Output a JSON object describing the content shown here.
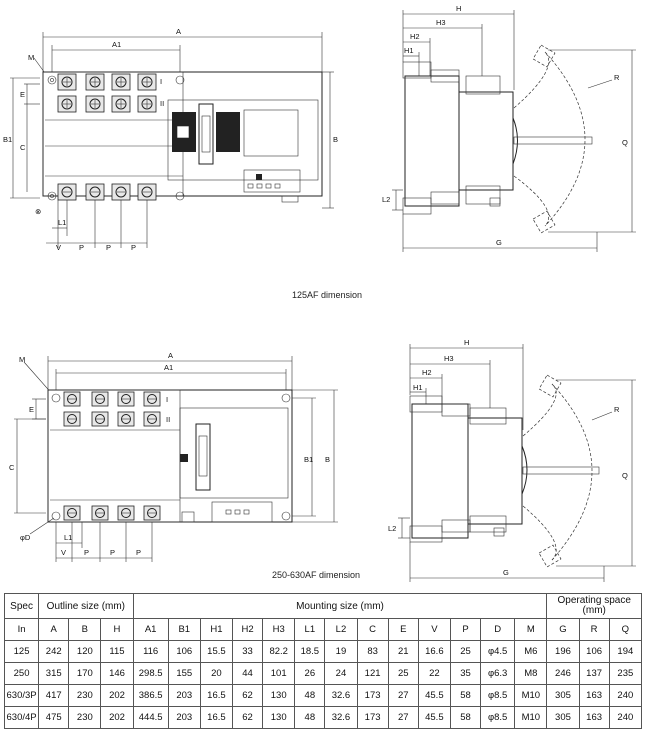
{
  "captions": {
    "top": "125AF dimension",
    "bottom": "250-630AF dimension"
  },
  "labels125": {
    "A": "A",
    "A1": "A1",
    "M": "M",
    "E": "E",
    "B1": "B1",
    "C": "C",
    "B": "B",
    "L1": "L1",
    "V": "V",
    "P1": "P",
    "P2": "P",
    "P3": "P"
  },
  "labels125side": {
    "H": "H",
    "H3": "H3",
    "H2": "H2",
    "H1": "H1",
    "R": "R",
    "Q": "Q",
    "L2": "L2",
    "G": "G"
  },
  "labels250": {
    "A": "A",
    "A1": "A1",
    "M": "M",
    "E": "E",
    "C": "C",
    "B1": "B1",
    "B": "B",
    "phiD": "φD",
    "L1": "L1",
    "V": "V",
    "P1": "P",
    "P2": "P",
    "P3": "P"
  },
  "labels250side": {
    "H": "H",
    "H3": "H3",
    "H2": "H2",
    "H1": "H1",
    "R": "R",
    "Q": "Q",
    "L2": "L2",
    "G": "G"
  },
  "poleMarks": {
    "I": "I",
    "II": "II"
  },
  "table": {
    "group_headers": {
      "spec": "Spec",
      "outline": "Outline size (mm)",
      "mounting": "Mounting size (mm)",
      "operating": "Operating space (mm)"
    },
    "columns": [
      "In",
      "A",
      "B",
      "H",
      "A1",
      "B1",
      "H1",
      "H2",
      "H3",
      "L1",
      "L2",
      "C",
      "E",
      "V",
      "P",
      "D",
      "M",
      "G",
      "R",
      "Q"
    ],
    "rows": [
      [
        "125",
        "242",
        "120",
        "115",
        "116",
        "106",
        "15.5",
        "33",
        "82.2",
        "18.5",
        "19",
        "83",
        "21",
        "16.6",
        "25",
        "φ4.5",
        "M6",
        "196",
        "106",
        "194"
      ],
      [
        "250",
        "315",
        "170",
        "146",
        "298.5",
        "155",
        "20",
        "44",
        "101",
        "26",
        "24",
        "121",
        "25",
        "22",
        "35",
        "φ6.3",
        "M8",
        "246",
        "137",
        "235"
      ],
      [
        "630/3P",
        "417",
        "230",
        "202",
        "386.5",
        "203",
        "16.5",
        "62",
        "130",
        "48",
        "32.6",
        "173",
        "27",
        "45.5",
        "58",
        "φ8.5",
        "M10",
        "305",
        "163",
        "240"
      ],
      [
        "630/4P",
        "475",
        "230",
        "202",
        "444.5",
        "203",
        "16.5",
        "62",
        "130",
        "48",
        "32.6",
        "173",
        "27",
        "45.5",
        "58",
        "φ8.5",
        "M10",
        "305",
        "163",
        "240"
      ]
    ]
  }
}
